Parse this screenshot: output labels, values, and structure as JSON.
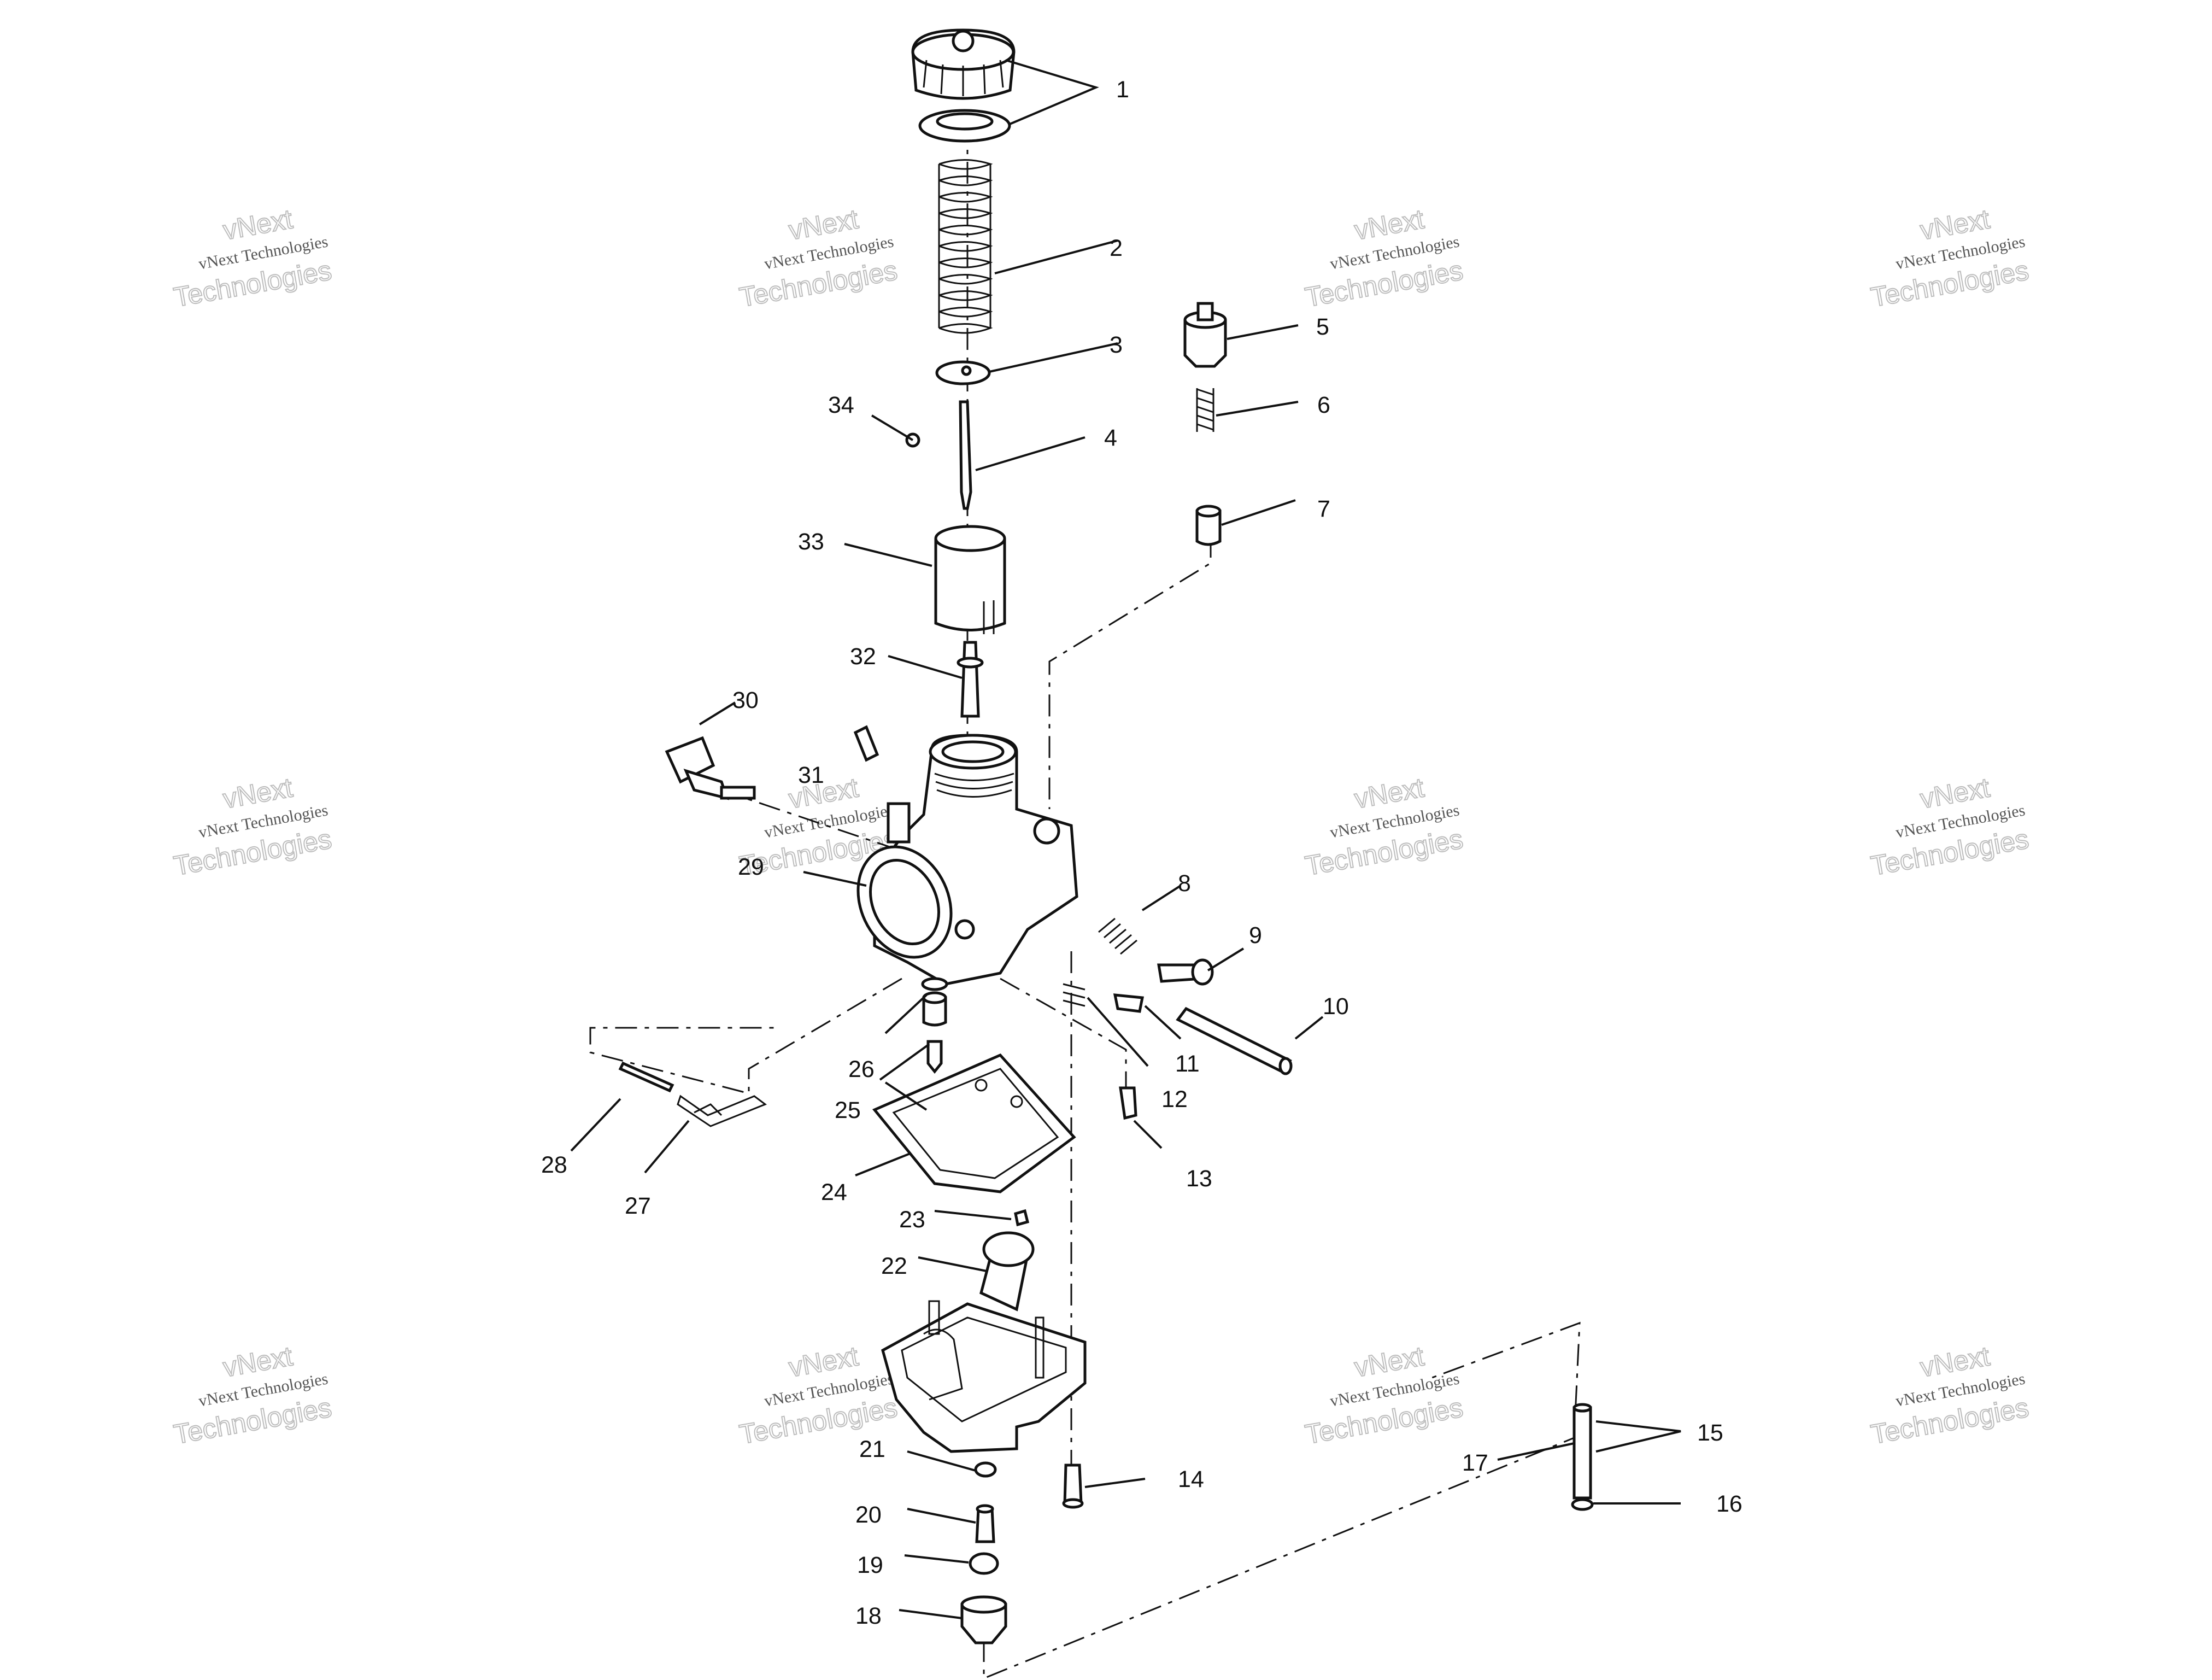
{
  "callouts": [
    {
      "num": "1"
    },
    {
      "num": "2"
    },
    {
      "num": "3"
    },
    {
      "num": "4"
    },
    {
      "num": "5"
    },
    {
      "num": "6"
    },
    {
      "num": "7"
    },
    {
      "num": "8"
    },
    {
      "num": "9"
    },
    {
      "num": "10"
    },
    {
      "num": "11"
    },
    {
      "num": "12"
    },
    {
      "num": "13"
    },
    {
      "num": "14"
    },
    {
      "num": "15"
    },
    {
      "num": "16"
    },
    {
      "num": "17"
    },
    {
      "num": "18"
    },
    {
      "num": "19"
    },
    {
      "num": "20"
    },
    {
      "num": "21"
    },
    {
      "num": "22"
    },
    {
      "num": "23"
    },
    {
      "num": "24"
    },
    {
      "num": "25"
    },
    {
      "num": "26"
    },
    {
      "num": "27"
    },
    {
      "num": "28"
    },
    {
      "num": "29"
    },
    {
      "num": "30"
    },
    {
      "num": "31"
    },
    {
      "num": "32"
    },
    {
      "num": "33"
    },
    {
      "num": "34"
    }
  ],
  "watermark": {
    "line1": "vNext",
    "line2": "vNext Technologies",
    "line3": "Technologies"
  }
}
